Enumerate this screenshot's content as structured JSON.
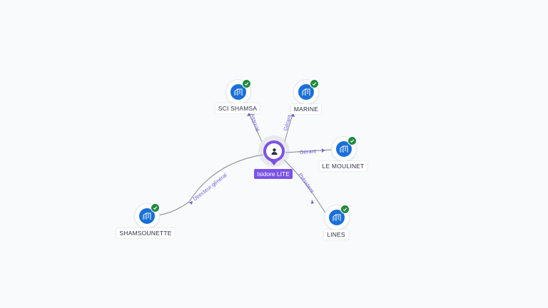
{
  "center": {
    "name": "Isidore LITE",
    "icon": "person-icon"
  },
  "companies": [
    {
      "id": "sci-shamsa",
      "name": "SCI SHAMSA",
      "role": "Associé",
      "verified": true,
      "icon": "building-icon"
    },
    {
      "id": "marine",
      "name": "MARINE",
      "role": "Gérant",
      "verified": true,
      "icon": "building-icon"
    },
    {
      "id": "le-moulinet",
      "name": "LE MOULINET",
      "role": "Gérant",
      "verified": true,
      "icon": "building-icon"
    },
    {
      "id": "lines",
      "name": "LINES",
      "role": "Président",
      "verified": true,
      "icon": "building-icon"
    },
    {
      "id": "shamsounette",
      "name": "SHAMSOUNETTE",
      "role": "Directeur général",
      "verified": true,
      "icon": "building-icon"
    }
  ],
  "colors": {
    "company": "#1a6fd8",
    "person": "#7b52e8",
    "verified": "#1f8a3e",
    "edge_label": "#6b62d8"
  }
}
